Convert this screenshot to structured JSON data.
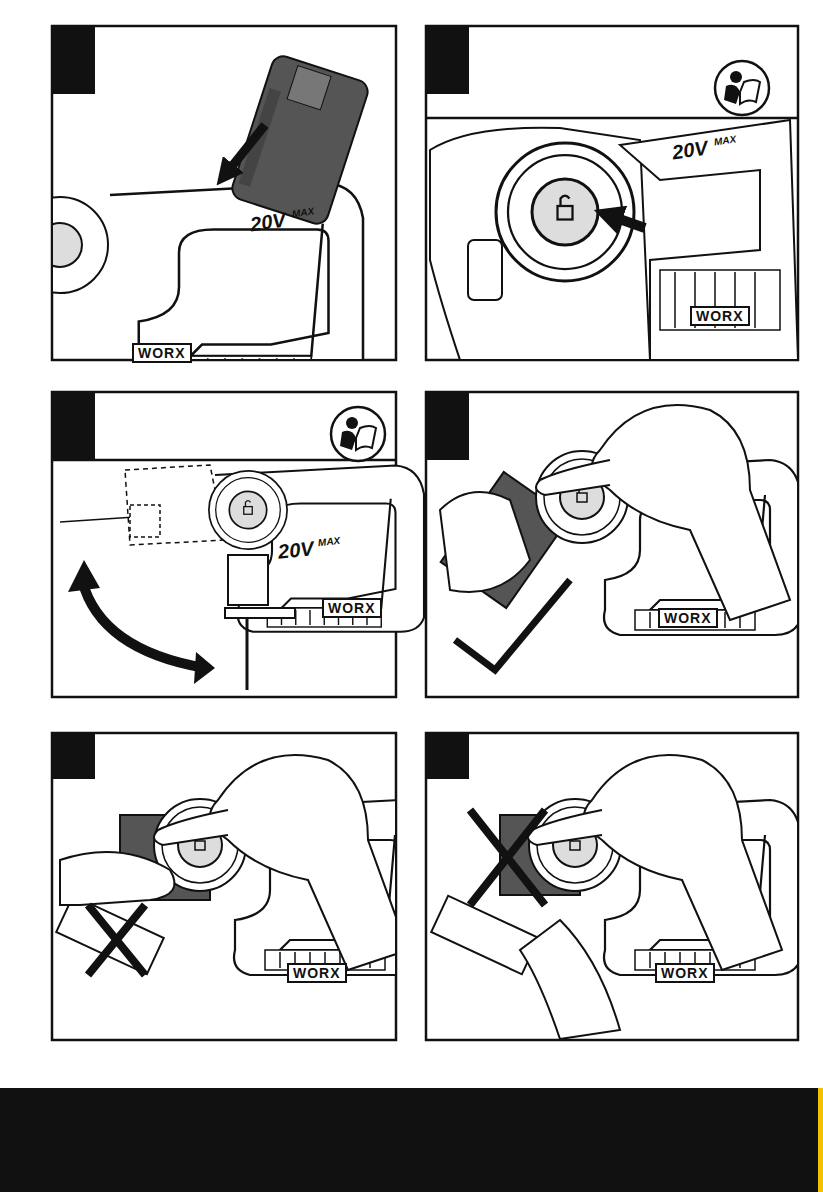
{
  "diagram": {
    "labels": [
      "20V",
      "MAX",
      "WORX",
      "20V",
      "MAX",
      "WORX",
      "20V",
      "MAX",
      "WORX",
      "WORX",
      "WORX",
      "WORX"
    ]
  }
}
